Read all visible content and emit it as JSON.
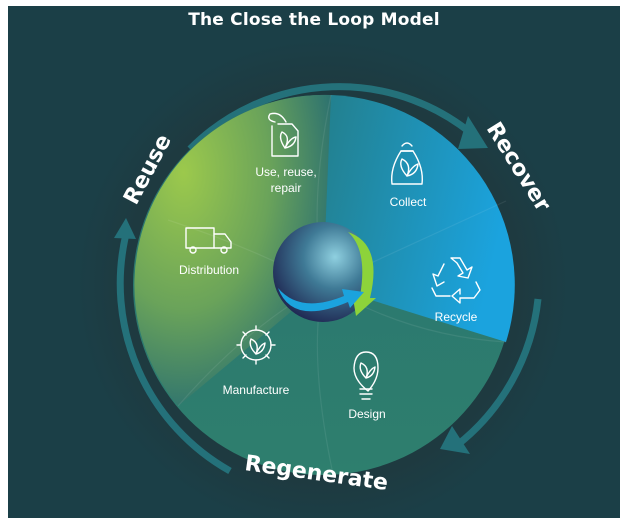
{
  "title": "The Close the Loop Model",
  "colors": {
    "background": "#1b3f47",
    "ring": "#1f353b",
    "arrow": "#24717a",
    "green": "#8dc04a",
    "blue": "#1c9ad3",
    "teal": "#2b7a70",
    "text": "#ffffff"
  },
  "ring_labels": {
    "reuse": "Reuse",
    "recover": "Recover",
    "regenerate": "Regenerate"
  },
  "segments": [
    {
      "label_lines": [
        "Use, reuse,",
        "repair"
      ],
      "icon": "tag-leaf-icon"
    },
    {
      "label_lines": [
        "Collect"
      ],
      "icon": "bag-leaf-icon"
    },
    {
      "label_lines": [
        "Recycle"
      ],
      "icon": "recycle-icon"
    },
    {
      "label_lines": [
        "Design"
      ],
      "icon": "lightbulb-leaf-icon"
    },
    {
      "label_lines": [
        "Manufacture"
      ],
      "icon": "gear-leaf-icon"
    },
    {
      "label_lines": [
        "Distribution"
      ],
      "icon": "truck-icon"
    }
  ],
  "center": {
    "icon": "globe-loop-icon"
  }
}
